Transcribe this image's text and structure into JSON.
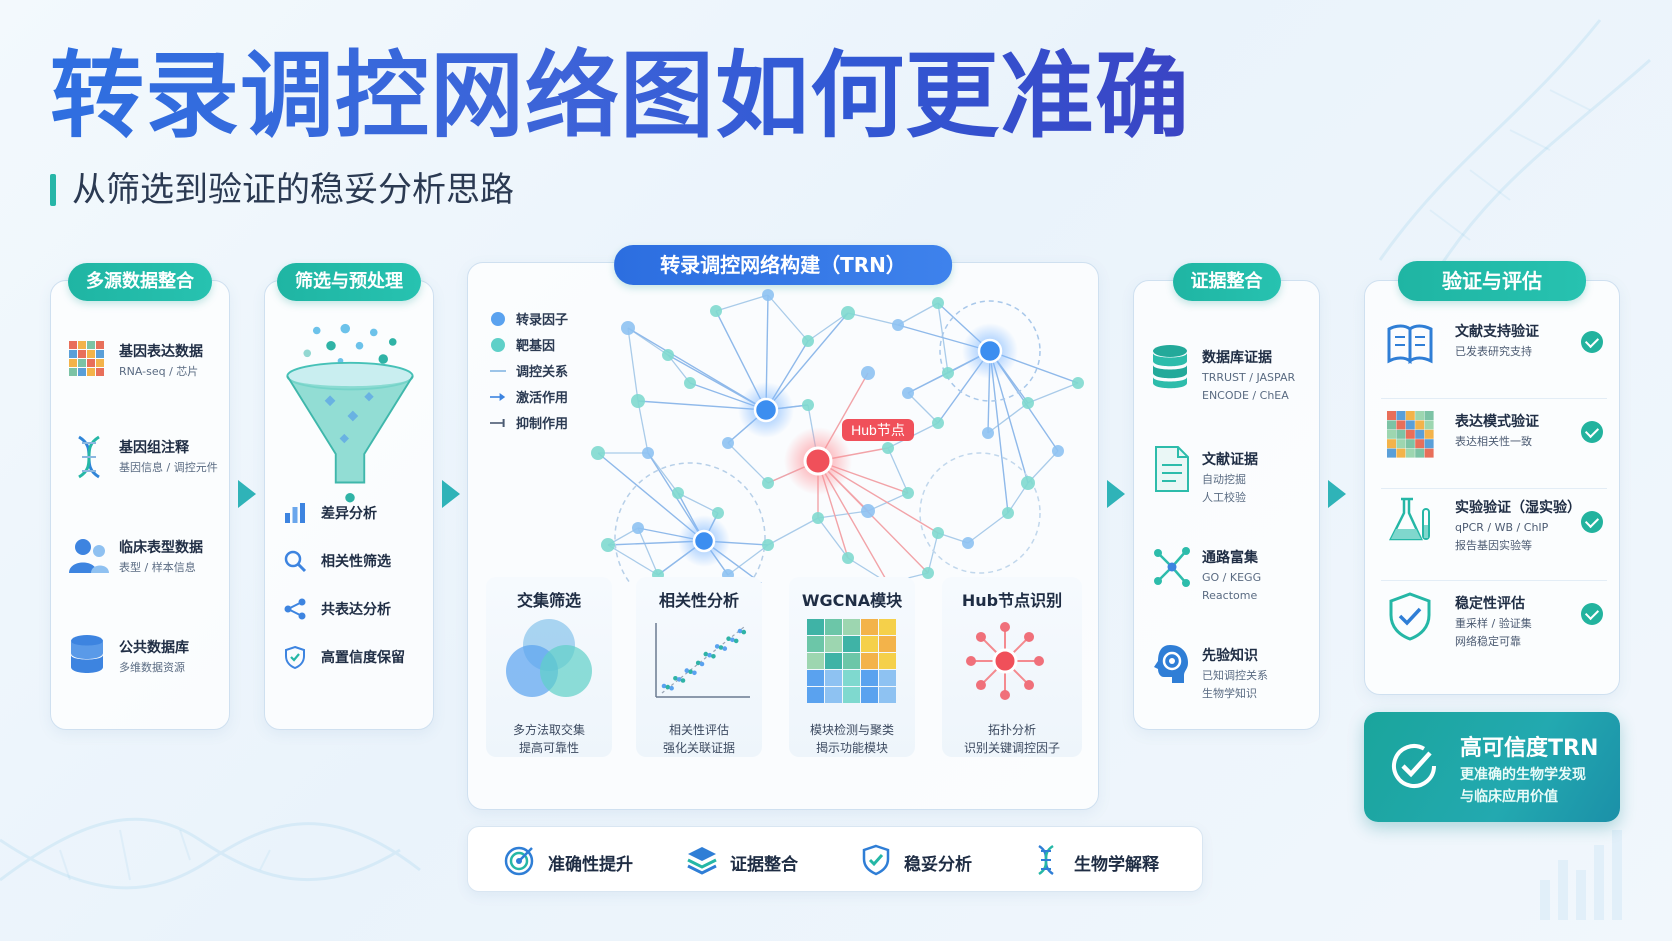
{
  "title": "转录调控网络图如何更准确",
  "subtitle": "从筛选到验证的稳妥分析思路",
  "sources": {
    "header": "多源数据整合",
    "items": [
      {
        "title": "基因表达数据",
        "desc": "RNA-seq / 芯片",
        "icon": "heatmap-icon"
      },
      {
        "title": "基因组注释",
        "desc": "基因信息 / 调控元件",
        "icon": "dna-icon"
      },
      {
        "title": "临床表型数据",
        "desc": "表型 / 样本信息",
        "icon": "people-icon"
      },
      {
        "title": "公共数据库",
        "desc": "多维数据资源",
        "icon": "database-icon"
      }
    ]
  },
  "filter": {
    "header": "筛选与预处理",
    "items": [
      {
        "label": "差异分析",
        "icon": "bar-chart-icon"
      },
      {
        "label": "相关性筛选",
        "icon": "magnifier-icon"
      },
      {
        "label": "共表达分析",
        "icon": "share-icon"
      },
      {
        "label": "高置信度保留",
        "icon": "shield-check-icon"
      }
    ]
  },
  "network": {
    "header": "转录调控网络构建（TRN）",
    "legend": [
      {
        "label": "转录因子"
      },
      {
        "label": "靶基因"
      },
      {
        "label": "调控关系"
      },
      {
        "label": "激活作用"
      },
      {
        "label": "抑制作用"
      }
    ],
    "hub_label": "Hub节点",
    "methods": [
      {
        "title": "交集筛选",
        "desc1": "多方法取交集",
        "desc2": "提高可靠性"
      },
      {
        "title": "相关性分析",
        "desc1": "相关性评估",
        "desc2": "强化关联证据"
      },
      {
        "title": "WGCNA模块",
        "desc1": "模块检测与聚类",
        "desc2": "揭示功能模块"
      },
      {
        "title": "Hub节点识别",
        "desc1": "拓扑分析",
        "desc2": "识别关键调控因子"
      }
    ]
  },
  "evidence": {
    "header": "证据整合",
    "items": [
      {
        "title": "数据库证据",
        "desc1": "TRRUST / JASPAR",
        "desc2": "ENCODE / ChEA",
        "icon": "database-stack-icon"
      },
      {
        "title": "文献证据",
        "desc1": "自动挖掘",
        "desc2": "人工校验",
        "icon": "document-icon"
      },
      {
        "title": "通路富集",
        "desc1": "GO / KEGG",
        "desc2": "Reactome",
        "icon": "pathway-icon"
      },
      {
        "title": "先验知识",
        "desc1": "已知调控关系",
        "desc2": "生物学知识",
        "icon": "brain-icon"
      }
    ]
  },
  "validation": {
    "header": "验证与评估",
    "items": [
      {
        "title": "文献支持验证",
        "desc1": "已发表研究支持",
        "desc2": "",
        "icon": "book-icon"
      },
      {
        "title": "表达模式验证",
        "desc1": "表达相关性一致",
        "desc2": "",
        "icon": "heatmap-icon"
      },
      {
        "title": "实验验证（湿实验）",
        "desc1": "qPCR / WB / ChIP",
        "desc2": "报告基因实验等",
        "icon": "flask-icon"
      },
      {
        "title": "稳定性评估",
        "desc1": "重采样 / 验证集",
        "desc2": "网络稳定可靠",
        "icon": "shield-check-icon"
      }
    ]
  },
  "result": {
    "title": "高可信度TRN",
    "desc1": "更准确的生物学发现",
    "desc2": "与临床应用价值"
  },
  "bottom": [
    {
      "label": "准确性提升",
      "icon": "target-icon"
    },
    {
      "label": "证据整合",
      "icon": "layers-icon"
    },
    {
      "label": "稳妥分析",
      "icon": "shield-check-icon"
    },
    {
      "label": "生物学解释",
      "icon": "dna-icon"
    }
  ],
  "colors": {
    "teal": "#1fb5a3",
    "blue": "#2c6ee0",
    "hub": "#f0505a",
    "tf": "#5aa2ef",
    "target": "#5fd0c8"
  }
}
